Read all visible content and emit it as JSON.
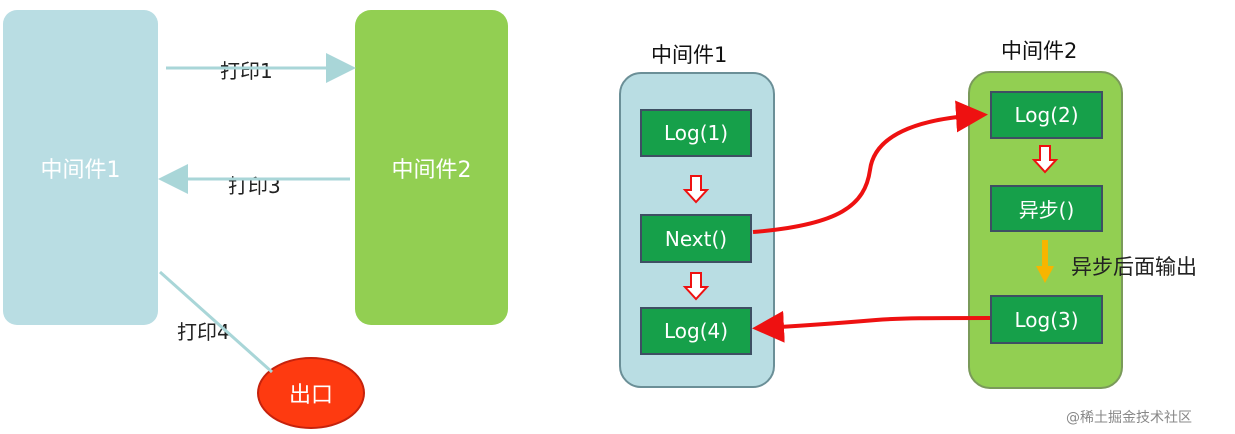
{
  "left_diagram": {
    "middleware1_label": "中间件1",
    "middleware2_label": "中间件2",
    "exit_label": "出口",
    "edge_labels": {
      "print1": "打印1",
      "print3": "打印3",
      "print4": "打印4"
    }
  },
  "right_diagram": {
    "middleware1_title": "中间件1",
    "middleware2_title": "中间件2",
    "mw1_nodes": [
      "Log(1)",
      "Next()",
      "Log(4)"
    ],
    "mw2_nodes": [
      "Log(2)",
      "异步()",
      "Log(3)"
    ],
    "async_note": "异步后面输出"
  },
  "colors": {
    "middleware1_fill": "#b9dde3",
    "middleware2_fill": "#92cf52",
    "exit_fill": "#fe3a10",
    "node_fill": "#16a04a",
    "arrow_red": "#ee1111",
    "arrow_orange": "#f7b500",
    "connector_teal": "#a9d6d8"
  },
  "watermark": "@稀土掘金技术社区"
}
